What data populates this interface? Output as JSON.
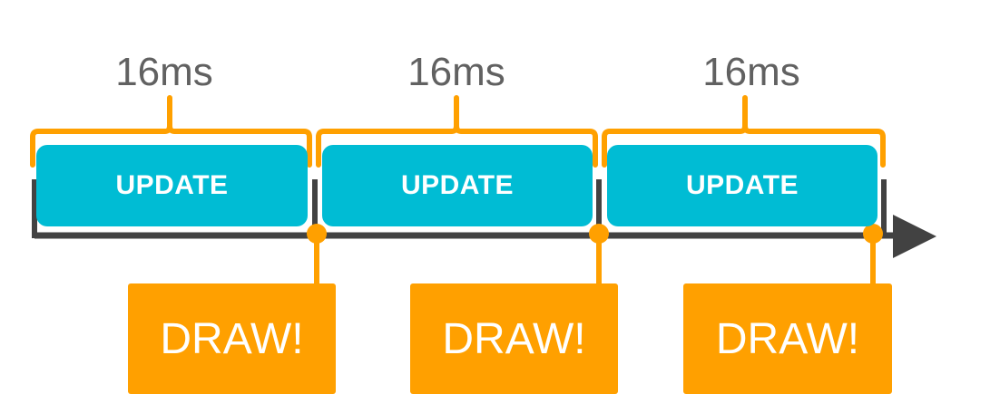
{
  "colors": {
    "update": "#00bcd4",
    "draw": "#ffa000",
    "timeline": "#424242",
    "label": "#616161",
    "background": "#ffffff"
  },
  "frames": [
    {
      "duration_label": "16ms",
      "update_label": "UPDATE",
      "draw_label": "DRAW!"
    },
    {
      "duration_label": "16ms",
      "update_label": "UPDATE",
      "draw_label": "DRAW!"
    },
    {
      "duration_label": "16ms",
      "update_label": "UPDATE",
      "draw_label": "DRAW!"
    }
  ]
}
